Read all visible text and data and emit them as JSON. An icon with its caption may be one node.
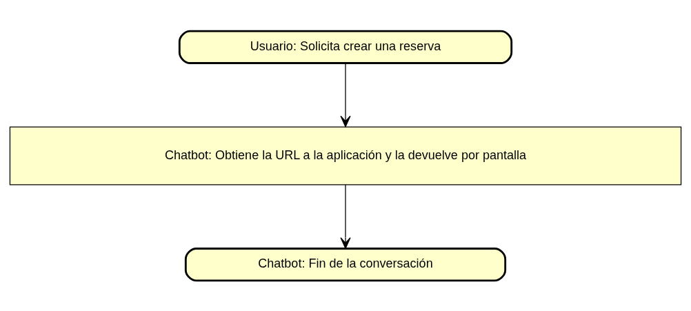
{
  "diagram": {
    "nodes": [
      {
        "text": [
          "Usuario: Solicita crear una reserva"
        ]
      },
      {
        "text": [
          "Chatbot: Obtiene la URL a la aplicación y la devuelve por pantalla"
        ]
      },
      {
        "text": [
          "Chatbot: Fin de la conversación"
        ]
      }
    ],
    "edges": [
      {
        "from": 0,
        "to": 1,
        "arrow": "to"
      },
      {
        "from": 1,
        "to": 2,
        "arrow": "to"
      }
    ]
  }
}
